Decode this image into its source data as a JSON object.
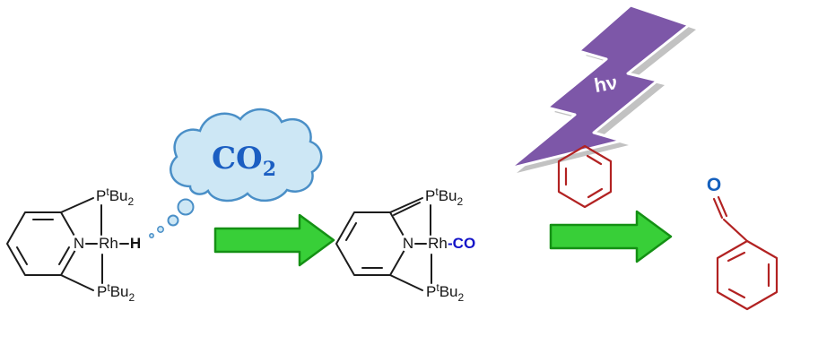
{
  "scheme": {
    "phosphine": {
      "symbol": "P",
      "superscript": "t",
      "group": "Bu",
      "subscript": "2"
    },
    "reactant": {
      "nitrogen": "N",
      "metal": "Rh",
      "hydride": "H"
    },
    "co2_cloud": {
      "formula": "CO",
      "subscript": "2"
    },
    "intermediate": {
      "nitrogen": "N",
      "metal": "Rh",
      "carbonyl": "-CO"
    },
    "photolysis": {
      "label": "hν"
    },
    "benzaldehyde": {
      "oxygen": "O"
    },
    "colors": {
      "arrow_green": "#38cf38",
      "arrow_outline": "#149014",
      "cloud_fill": "#cde7f5",
      "cloud_outline": "#4a8fc7",
      "co2_text": "#1b5ec2",
      "bolt_purple": "#7d57a8",
      "benzene_red": "#b22222",
      "carbonyl_blue": "#1414c8",
      "oxygen_blue": "#1560bd",
      "structure_black": "#1c1c1c"
    }
  }
}
